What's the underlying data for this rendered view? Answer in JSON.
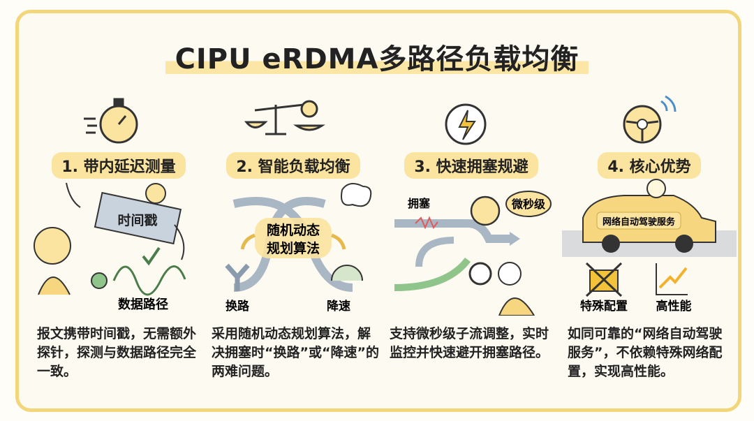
{
  "title": "CIPU eRDMA多路径负载均衡",
  "colors": {
    "frame": "#f3d67a",
    "highlight": "#fbe3a0",
    "background": "#fdfaf1",
    "path_gray": "#a9b6c4",
    "green": "#7fb27a",
    "red": "#e05a5a"
  },
  "sections": [
    {
      "icon": "stopwatch-icon",
      "heading": "1. 带内延迟测量",
      "labels": {
        "ticket": "时间戳",
        "path": "数据路径"
      },
      "description": "报文携带时间戳，无需额外探针，探测与数据路径完全一致。"
    },
    {
      "icon": "balance-scale-brain-icon",
      "heading": "2. 智能负载均衡",
      "labels": {
        "center": "随机动态规划算法",
        "center_line1": "随机动态",
        "center_line2": "规划算法",
        "left": "换路",
        "right": "降速"
      },
      "description": "采用随机动态规划算法，解决拥塞时“换路”或“降速”的两难问题。"
    },
    {
      "icon": "lightning-clock-icon",
      "heading": "3. 快速拥塞规避",
      "labels": {
        "congestion": "拥塞",
        "speed": "微秒级"
      },
      "description": "支持微秒级子流调整，实时监控并快速避开拥塞路径。"
    },
    {
      "icon": "steering-wheel-icon",
      "heading": "4. 核心优势",
      "labels": {
        "car": "网络自动驾驶服务",
        "no_config": "特殊配置",
        "performance": "高性能"
      },
      "description": "如同可靠的“网络自动驾驶服务”，不依赖特殊网络配置，实现高性能。"
    }
  ]
}
